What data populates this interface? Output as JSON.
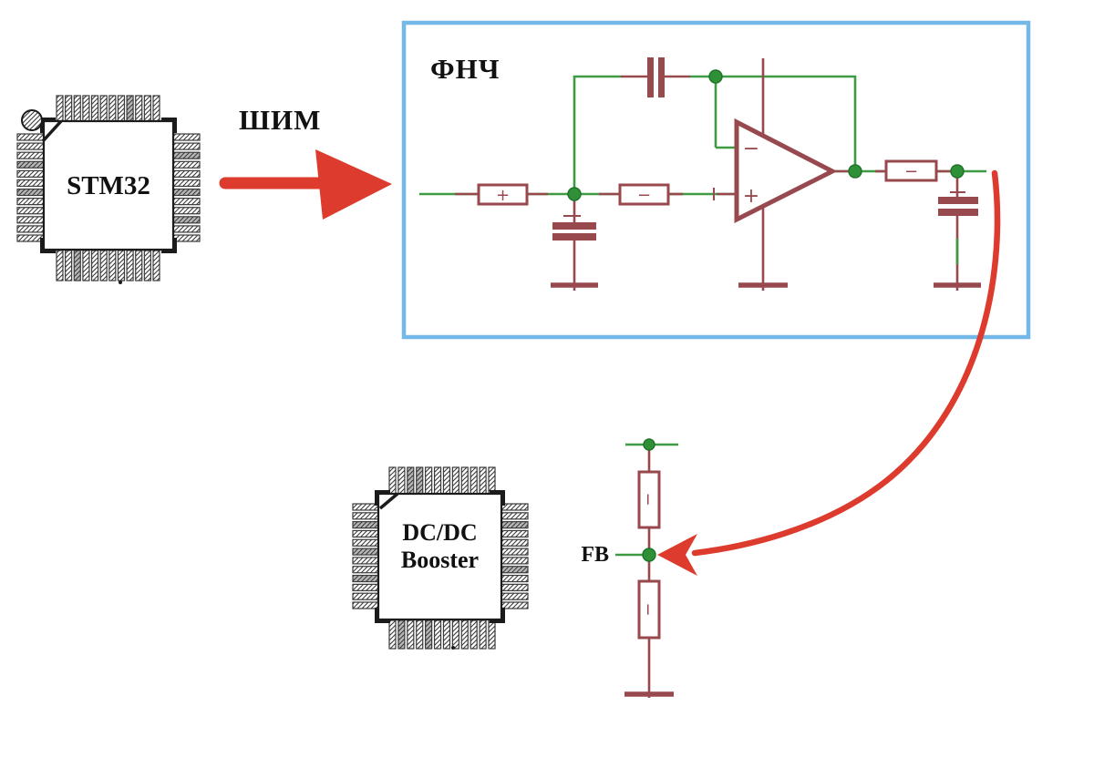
{
  "diagram": {
    "labels": {
      "pwm": "ШИМ",
      "filter_box": "ФНЧ",
      "mcu": "STM32",
      "booster_line1": "DC/DC",
      "booster_line2": "Booster",
      "feedback_pin": "FB"
    },
    "component_marks": {
      "r1": "+",
      "r2": "−",
      "r3": "−",
      "r4": "−",
      "r5": "−",
      "opamp_inverting_input": "−",
      "opamp_noninverting_input": "+"
    },
    "colors": {
      "wire_green": "#3E9B43",
      "junction_green": "#2F9038",
      "component_maroon": "#98494E",
      "box_border_blue": "#74B8E8",
      "arrow_red": "#DC3B2D",
      "chip_ink_black": "#1B1B1B",
      "text_black": "#111111"
    }
  }
}
